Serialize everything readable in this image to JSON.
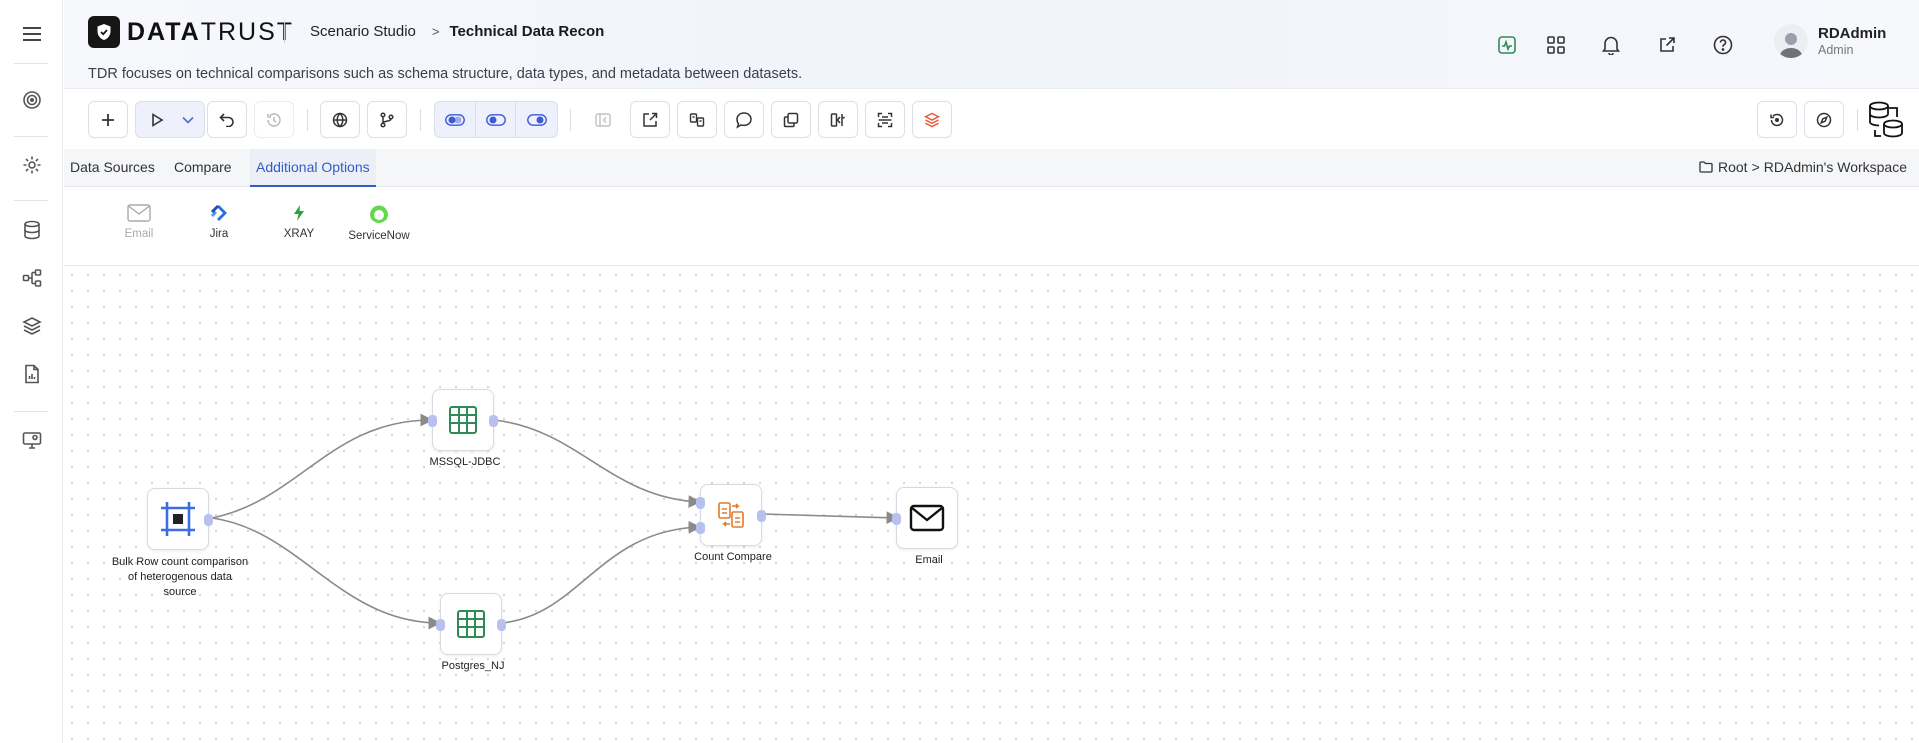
{
  "app": {
    "logo_bold": "DATA",
    "logo_light": "TRUST",
    "breadcrumb": [
      "Scenario Studio",
      "Technical Data Recon"
    ],
    "subtitle": "TDR focuses on technical comparisons such as schema structure, data types, and metadata between datasets."
  },
  "header_icons": [
    "activity-icon",
    "apps-grid-icon",
    "bell-icon",
    "external-link-icon",
    "help-icon"
  ],
  "user": {
    "name": "RDAdmin",
    "role": "Admin"
  },
  "tabs": [
    {
      "label": "Data Sources",
      "active": false
    },
    {
      "label": "Compare",
      "active": false
    },
    {
      "label": "Additional Options",
      "active": true
    }
  ],
  "workspace": {
    "root": "Root",
    "name": "RDAdmin's Workspace"
  },
  "options": [
    {
      "label": "Email",
      "disabled": true
    },
    {
      "label": "Jira",
      "disabled": false
    },
    {
      "label": "XRAY",
      "disabled": false
    },
    {
      "label": "ServiceNow",
      "disabled": false
    }
  ],
  "nodes": {
    "source": {
      "label": "Bulk Row count comparison of heterogenous data source"
    },
    "mssql": {
      "label": "MSSQL-JDBC"
    },
    "postgres": {
      "label": "Postgres_NJ"
    },
    "compare": {
      "label": "Count Compare"
    },
    "email": {
      "label": "Email"
    }
  },
  "colors": {
    "accent": "#2f5fc4",
    "table_green": "#2e8b57",
    "compare_orange": "#e07a2e",
    "port": "#b8c0f0",
    "edge": "#8a8a8a"
  }
}
